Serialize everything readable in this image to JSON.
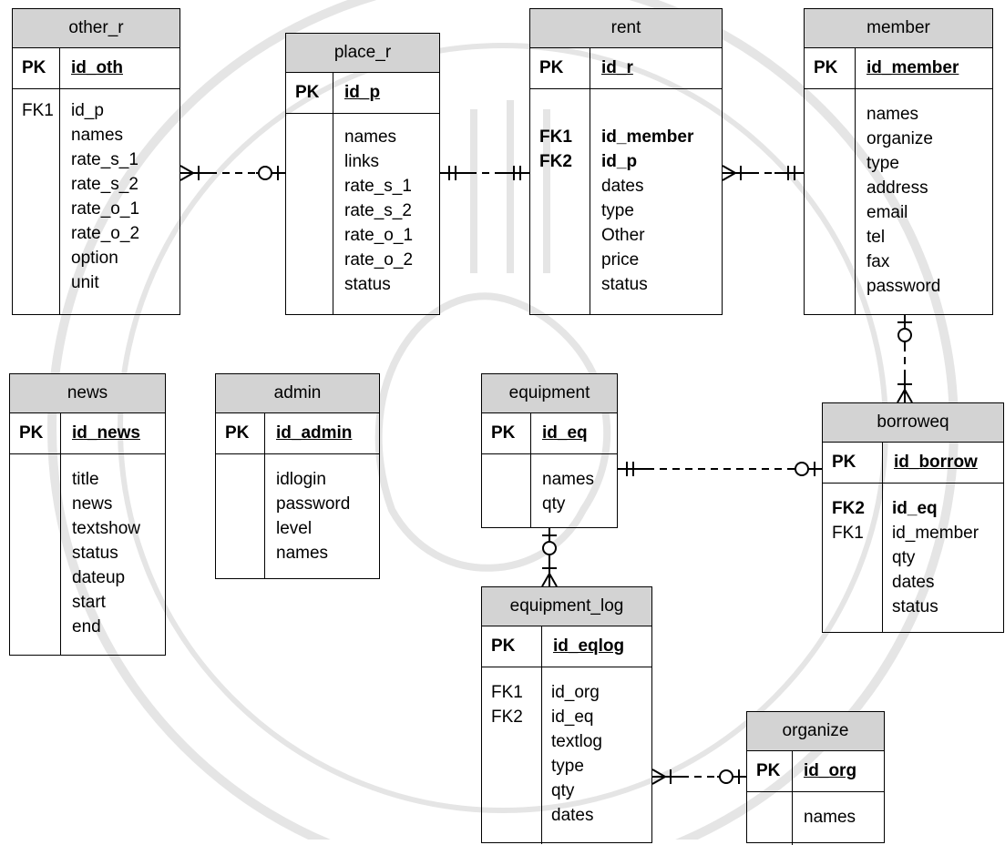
{
  "colors": {
    "header_fill": "#d3d3d3",
    "line": "#000000",
    "watermark": "#e5e5e5"
  },
  "entities": {
    "other_r": {
      "title": "other_r",
      "pk_label": "PK",
      "pk": "id_oth",
      "keys": [
        "FK1",
        "",
        "",
        "",
        "",
        "",
        "",
        "",
        ""
      ],
      "fields": [
        "id_p",
        "names",
        "rate_s_1",
        "rate_s_2",
        "rate_o_1",
        "rate_o_2",
        "option",
        "unit"
      ]
    },
    "place_r": {
      "title": "place_r",
      "pk_label": "PK",
      "pk": "id_p",
      "keys": [],
      "fields": [
        "names",
        "links",
        "rate_s_1",
        "rate_s_2",
        "rate_o_1",
        "rate_o_2",
        "status"
      ]
    },
    "rent": {
      "title": "rent",
      "pk_label": "PK",
      "pk": "id_r",
      "keys": [
        "FK1",
        "FK2"
      ],
      "fields": [
        "id_member",
        "id_p",
        "dates",
        "type",
        "Other",
        "price",
        "status"
      ]
    },
    "member": {
      "title": "member",
      "pk_label": "PK",
      "pk": "id_member",
      "keys": [],
      "fields": [
        "names",
        "organize",
        "type",
        "address",
        "email",
        "tel",
        "fax",
        "password"
      ]
    },
    "news": {
      "title": "news",
      "pk_label": "PK",
      "pk": "id_news",
      "keys": [],
      "fields": [
        "title",
        "news",
        "textshow",
        "status",
        "dateup",
        "start",
        "end"
      ]
    },
    "admin": {
      "title": "admin",
      "pk_label": "PK",
      "pk": "id_admin",
      "keys": [],
      "fields": [
        "idlogin",
        "password",
        "level",
        "names"
      ]
    },
    "equipment": {
      "title": "equipment",
      "pk_label": "PK",
      "pk": "id_eq",
      "keys": [],
      "fields": [
        "names",
        "qty"
      ]
    },
    "borroweq": {
      "title": "borroweq",
      "pk_label": "PK",
      "pk": "id_borrow",
      "keys": [
        "FK2",
        "FK1"
      ],
      "fields": [
        "id_eq",
        "id_member",
        "qty",
        "dates",
        "status"
      ]
    },
    "equipment_log": {
      "title": "equipment_log",
      "pk_label": "PK",
      "pk": "id_eqlog",
      "keys": [
        "FK1",
        "FK2"
      ],
      "fields": [
        "id_org",
        "id_eq",
        "textlog",
        "type",
        "qty",
        "dates"
      ]
    },
    "organize": {
      "title": "organize",
      "pk_label": "PK",
      "pk": "id_org",
      "keys": [],
      "fields": [
        "names"
      ]
    }
  },
  "relationships": [
    {
      "from": "other_r",
      "to": "place_r",
      "from_end": "many-one",
      "to_end": "zero-one"
    },
    {
      "from": "place_r",
      "to": "rent",
      "from_end": "one-one",
      "to_end": "one-one"
    },
    {
      "from": "rent",
      "to": "member",
      "from_end": "many-one",
      "to_end": "one-one"
    },
    {
      "from": "member",
      "to": "borroweq",
      "from_end": "zero-one",
      "to_end": "many-one"
    },
    {
      "from": "equipment",
      "to": "borroweq",
      "from_end": "one-one",
      "to_end": "zero-one"
    },
    {
      "from": "equipment",
      "to": "equipment_log",
      "from_end": "zero-one",
      "to_end": "many-one"
    },
    {
      "from": "equipment_log",
      "to": "organize",
      "from_end": "many-one",
      "to_end": "zero-one"
    }
  ]
}
